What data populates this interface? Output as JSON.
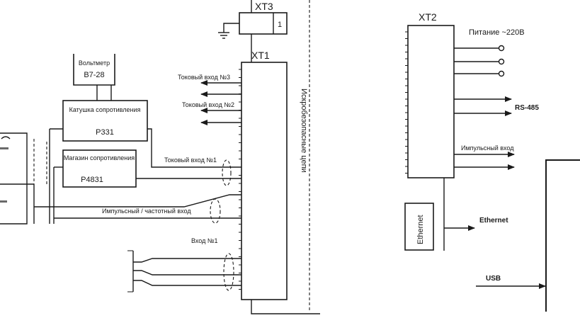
{
  "terminals": {
    "xt1": "XT1",
    "xt2": "XT2",
    "xt3": "XT3",
    "xt3_pin": "1"
  },
  "devices": {
    "voltmeter_name": "Вольтметр",
    "voltmeter_model": "В7-28",
    "calibrator_name": "Катушка сопротивления",
    "calibrator_model": "Р331",
    "resistance_name": "Магазин сопротивления",
    "resistance_model": "Р4831",
    "ethernet_module": "Ethernet"
  },
  "signals": {
    "current_input_3": "Токовый вход №3",
    "current_input_2": "Токовый вход №2",
    "current_input_1": "Токовый вход №1",
    "pulse_frequency_input": "Импульсный / частотный вход",
    "input_1": "Вход №1",
    "power_220": "Питание ~220В",
    "rs485": "RS-485",
    "pulse_input": "Импульсный вход",
    "ethernet": "Ethernet",
    "usb": "USB",
    "intrinsically_safe": "Искробезопасные цепи"
  },
  "colors": {
    "line": "#1a1a1a",
    "background": "#ffffff"
  }
}
